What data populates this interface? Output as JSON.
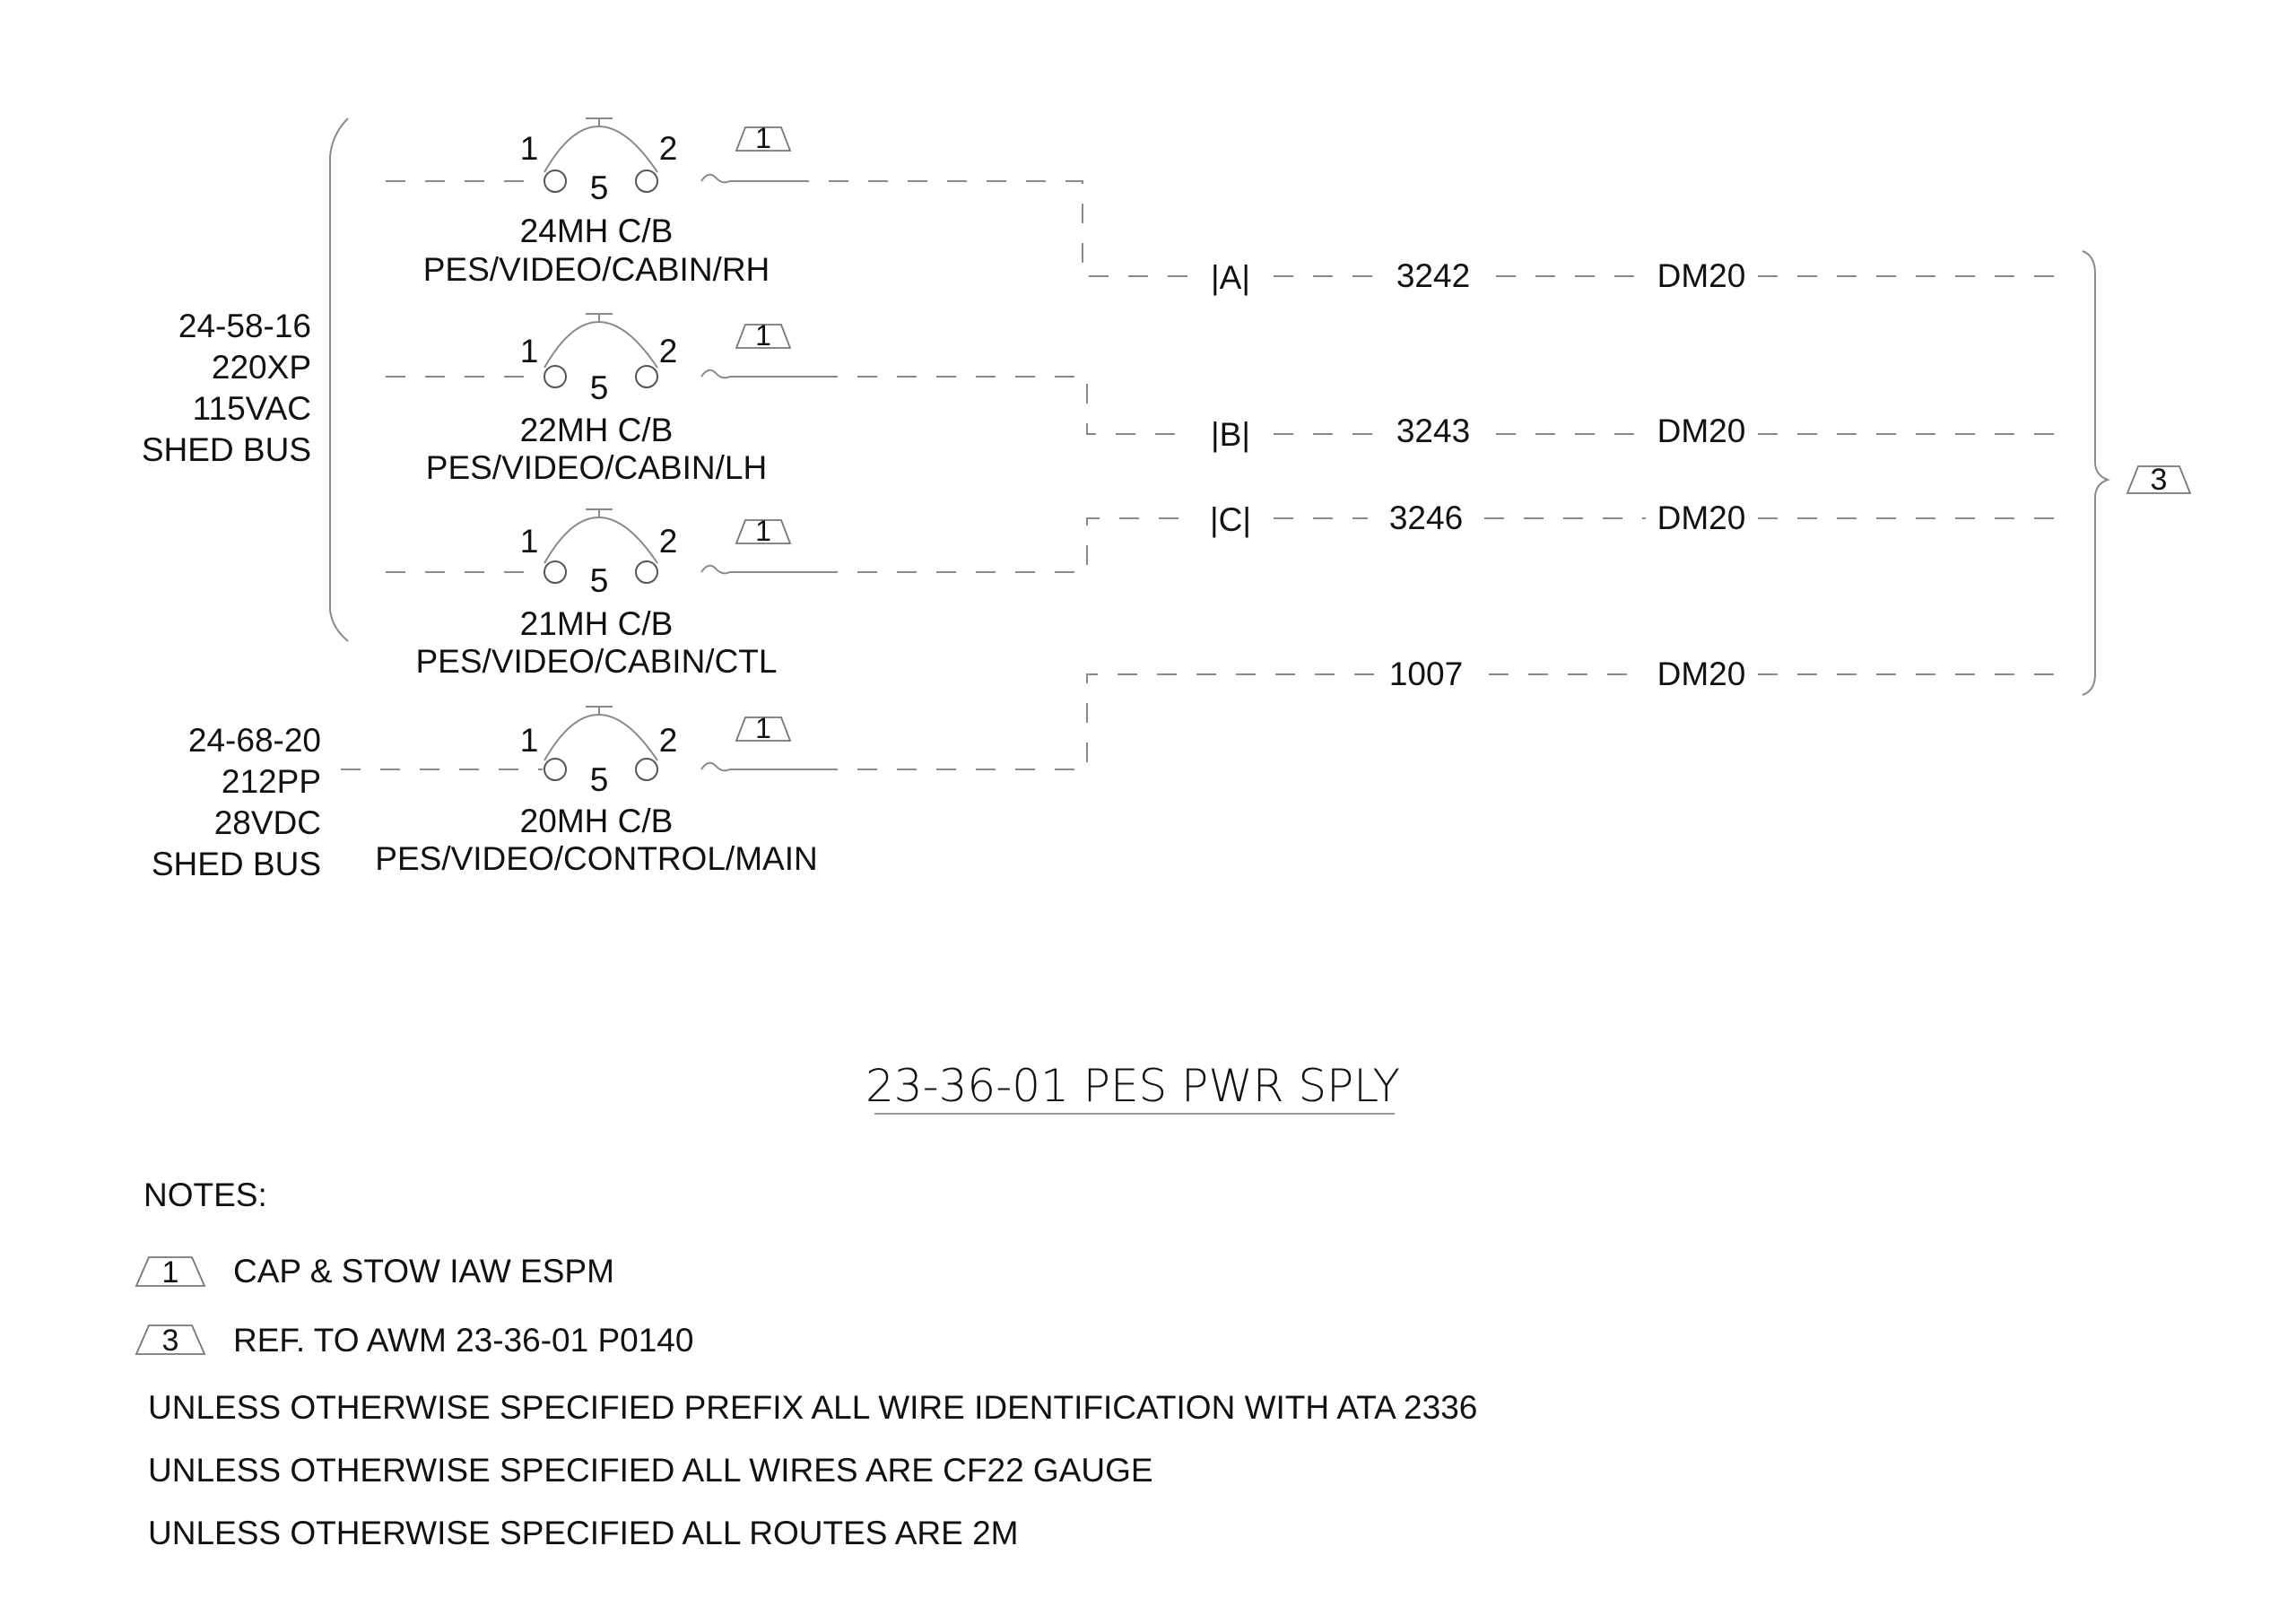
{
  "buses": [
    {
      "lines": [
        "24-58-16",
        "220XP",
        "115VAC",
        "SHED BUS"
      ]
    },
    {
      "lines": [
        "24-68-20",
        "212PP",
        "28VDC",
        "SHED BUS"
      ]
    }
  ],
  "breakers": [
    {
      "pin_in": "1",
      "pin_out": "2",
      "rating": "5",
      "name": "24MH C/B",
      "function": "PES/VIDEO/CABIN/RH",
      "note": "1"
    },
    {
      "pin_in": "1",
      "pin_out": "2",
      "rating": "5",
      "name": "22MH C/B",
      "function": "PES/VIDEO/CABIN/LH",
      "note": "1"
    },
    {
      "pin_in": "1",
      "pin_out": "2",
      "rating": "5",
      "name": "21MH C/B",
      "function": "PES/VIDEO/CABIN/CTL",
      "note": "1"
    },
    {
      "pin_in": "1",
      "pin_out": "2",
      "rating": "5",
      "name": "20MH C/B",
      "function": "PES/VIDEO/CONTROL/MAIN",
      "note": "1"
    }
  ],
  "wires": [
    {
      "phase": "|A|",
      "id": "3242",
      "dest": "DM20"
    },
    {
      "phase": "|B|",
      "id": "3243",
      "dest": "DM20"
    },
    {
      "phase": "|C|",
      "id": "3246",
      "dest": "DM20"
    },
    {
      "phase": "",
      "id": "1007",
      "dest": "DM20"
    }
  ],
  "reference_flag": "3",
  "title": "23-36-01 PES PWR SPLY",
  "notes": {
    "heading": "NOTES:",
    "flagged": [
      {
        "flag": "1",
        "text": "CAP & STOW IAW ESPM"
      },
      {
        "flag": "3",
        "text": "REF. TO AWM 23-36-01 P0140"
      }
    ],
    "general": [
      "UNLESS OTHERWISE SPECIFIED PREFIX ALL WIRE IDENTIFICATION WITH ATA 2336",
      "UNLESS OTHERWISE SPECIFIED ALL WIRES ARE CF22 GAUGE",
      "UNLESS OTHERWISE SPECIFIED ALL ROUTES ARE 2M"
    ]
  }
}
